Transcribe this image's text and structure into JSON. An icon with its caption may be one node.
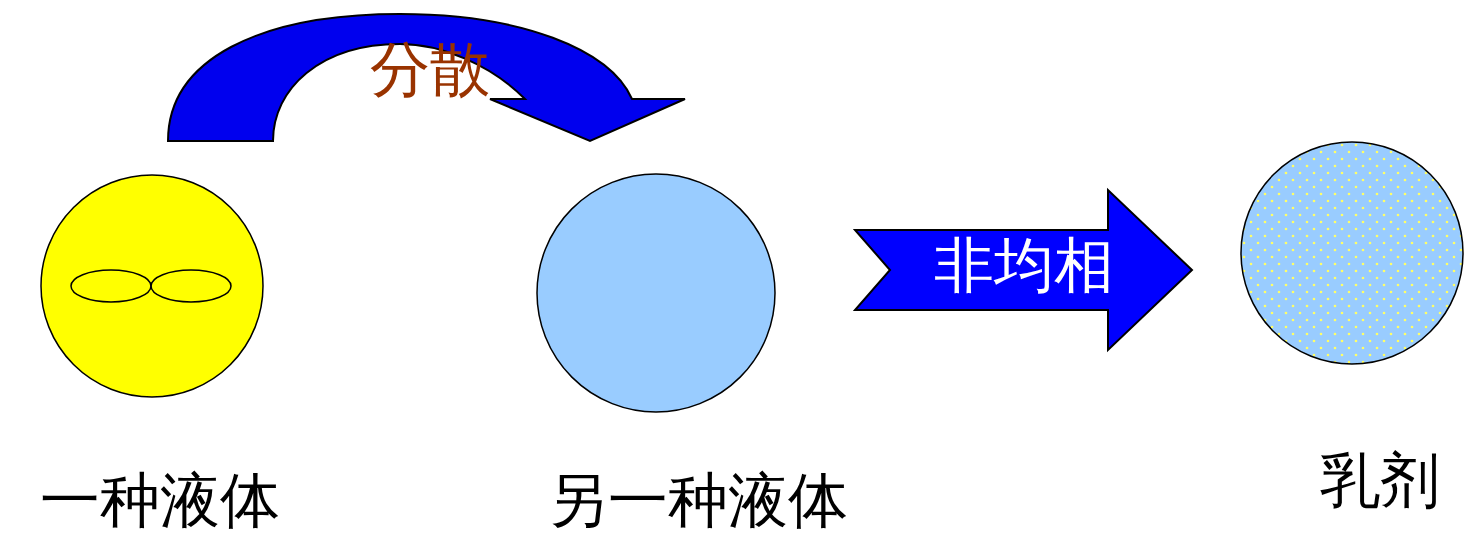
{
  "diagram": {
    "nodes": [
      {
        "text": [],
        "shape": "circle",
        "beside": [
          "一种液体"
        ]
      },
      {
        "text": [],
        "shape": "circle",
        "beside": [
          "另一种液体"
        ]
      },
      {
        "text": [],
        "shape": "circle",
        "beside": [
          "乳剂"
        ]
      }
    ],
    "edges": [
      {
        "from": 0,
        "to": 1,
        "arrow": "to",
        "label": "分散",
        "style": "thick",
        "color": "#0000ee"
      },
      {
        "from": 1,
        "to": 2,
        "arrow": "to",
        "label": "非均相",
        "style": "thick",
        "color": "#0000ff"
      }
    ]
  }
}
